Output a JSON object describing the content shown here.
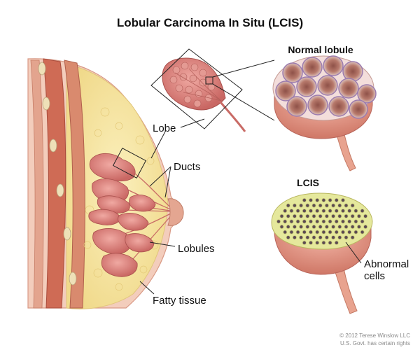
{
  "title": "Lobular Carcinoma In Situ (LCIS)",
  "labels": {
    "lobe": "Lobe",
    "ducts": "Ducts",
    "lobules": "Lobules",
    "fatty_tissue": "Fatty tissue",
    "normal_lobule": "Normal lobule",
    "lcis": "LCIS",
    "abnormal_cells_line1": "Abnormal",
    "abnormal_cells_line2": "cells"
  },
  "credit": {
    "line1": "© 2012 Terese Winslow LLC",
    "line2": "U.S. Govt. has certain rights"
  },
  "colors": {
    "skin": "#f2c6b4",
    "fat": "#f6e7a6",
    "muscle": "#c9634f",
    "lobule": "#d97a78",
    "acinus": "#b96a5e",
    "abnormal_fill": "#e9eaa0"
  }
}
